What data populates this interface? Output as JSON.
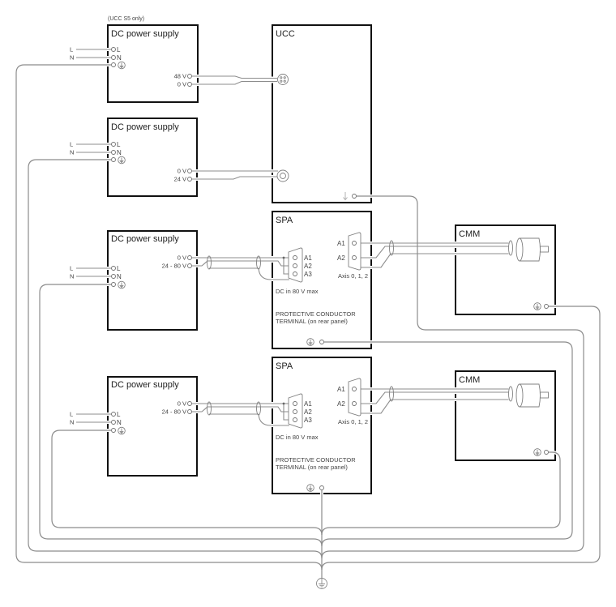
{
  "diagram_title": "",
  "ucc_note": "(UCC S5 only)",
  "mains_inputs": [
    "L",
    "N"
  ],
  "power_supplies": [
    {
      "title": "DC power supply",
      "pin_labels": [
        "L",
        "N"
      ],
      "outputs": [
        "48 V",
        "0 V"
      ]
    },
    {
      "title": "DC power supply",
      "pin_labels": [
        "L",
        "N"
      ],
      "outputs": [
        "0 V",
        "24 V"
      ]
    },
    {
      "title": "DC power supply",
      "pin_labels": [
        "L",
        "N"
      ],
      "outputs": [
        "0 V",
        "24 - 80 V"
      ]
    },
    {
      "title": "DC power supply",
      "pin_labels": [
        "L",
        "N"
      ],
      "outputs": [
        "0 V",
        "24 - 80 V"
      ]
    }
  ],
  "ucc": {
    "title": "UCC"
  },
  "spa": [
    {
      "title": "SPA",
      "dc_pins": [
        "A1",
        "A2",
        "A3"
      ],
      "dc_note": "DC in 80 V max",
      "axis_pins": [
        "A1",
        "A2"
      ],
      "axis_label": "Axis 0, 1, 2",
      "pe_note": [
        "PROTECTIVE CONDUCTOR",
        "TERMINAL (on rear panel)"
      ]
    },
    {
      "title": "SPA",
      "dc_pins": [
        "A1",
        "A2",
        "A3"
      ],
      "dc_note": "DC in 80 V max",
      "axis_pins": [
        "A1",
        "A2"
      ],
      "axis_label": "Axis 0, 1, 2",
      "pe_note": [
        "PROTECTIVE CONDUCTOR",
        "TERMINAL (on rear panel)"
      ]
    }
  ],
  "cmm": [
    {
      "title": "CMM"
    },
    {
      "title": "CMM"
    }
  ],
  "icons": {
    "protective_earth": "protective-earth-icon",
    "signal_ground": "ground-arrow-icon",
    "earth": "earth-ground-icon",
    "motor": "motor-icon",
    "connector_4pin": "round-4pin-connector-icon",
    "connector_coax": "coax-connector-icon",
    "connector_dsub": "dsub-connector-icon"
  },
  "colors": {
    "box_border": "#111111",
    "wire": "#8c8c8c",
    "text": "#444444",
    "background": "#ffffff"
  }
}
